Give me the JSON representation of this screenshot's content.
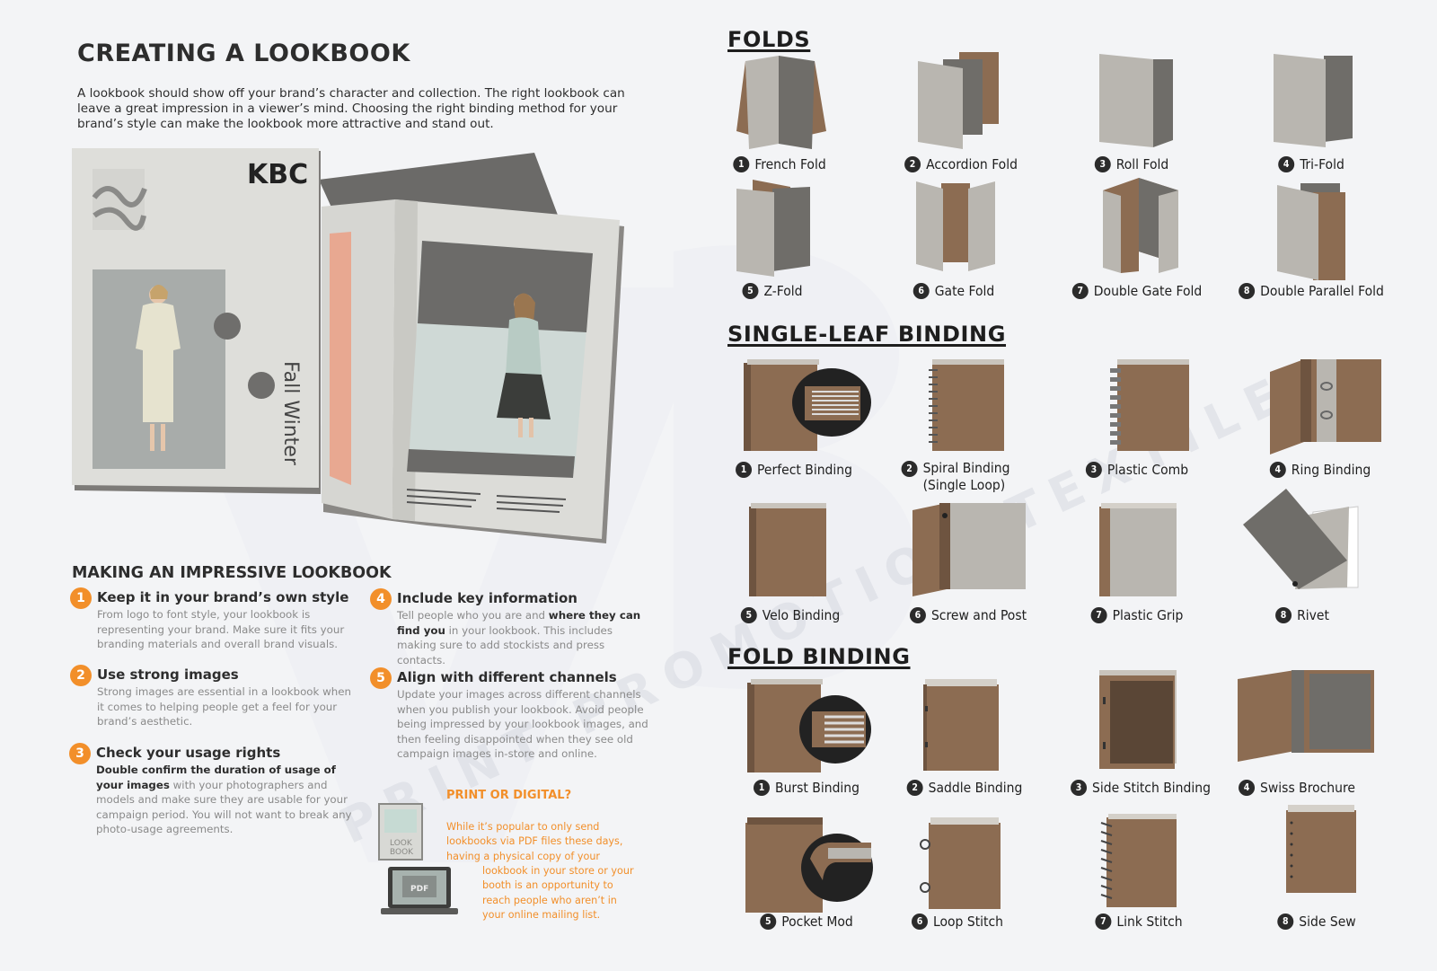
{
  "left": {
    "title": "CREATING A LOOKBOOK",
    "intro": "A lookbook should show off your brand’s character and collection. The right lookbook can leave a great impression in a viewer’s mind. Choosing the right binding method for your brand’s style can make the lookbook more attractive and stand out.",
    "cover_logo": "KBC",
    "cover_text": "Fall Winter",
    "making_title": "MAKING AN IMPRESSIVE LOOKBOOK",
    "tips": [
      {
        "num": "1",
        "title": "Keep it in your brand’s own style",
        "body": [
          "From logo to font style, your lookbook is representing your brand. Make sure it fits your branding materials and overall brand visuals."
        ]
      },
      {
        "num": "2",
        "title": "Use strong images",
        "body": [
          "Strong images are essential in a lookbook when it comes to helping people get a feel for your brand’s aesthetic."
        ]
      },
      {
        "num": "3",
        "title": "Check your usage rights",
        "body_bold_1": "Double confirm the duration of usage of your images",
        "body_rest": " with your photographers and models and make sure they are usable for your campaign period. You will not want to break any photo-usage agreements."
      },
      {
        "num": "4",
        "title": "Include key information",
        "body_a": "Tell people who you are and ",
        "body_b": "where they can find you",
        "body_c": " in your lookbook. This includes making sure to add stockists and press contacts."
      },
      {
        "num": "5",
        "title": "Align with different channels",
        "body": [
          "Update your images across different channels when you publish your lookbook. Avoid people being impressed by your lookbook images, and then feeling disappointed when they see old campaign images in-store and online."
        ]
      }
    ],
    "print": {
      "heading": "PRINT OR DIGITAL?",
      "lines": [
        "While it’s popular to only send",
        "lookbooks via PDF files these days,",
        "having a physical copy of your"
      ],
      "lines2": [
        "lookbook in your store or your",
        "booth is an opportunity to",
        "reach people who aren’t in",
        "your online mailing list."
      ],
      "book_label": "LOOK BOOK",
      "pdf_label": "PDF"
    }
  },
  "watermark": {
    "text": "PRINT PROMOTION TEXTILE LTD."
  },
  "folds": {
    "title": "FOLDS",
    "items": [
      {
        "num": "1",
        "label": "French Fold"
      },
      {
        "num": "2",
        "label": "Accordion Fold"
      },
      {
        "num": "3",
        "label": "Roll Fold"
      },
      {
        "num": "4",
        "label": "Tri-Fold"
      },
      {
        "num": "5",
        "label": "Z-Fold"
      },
      {
        "num": "6",
        "label": "Gate Fold"
      },
      {
        "num": "7",
        "label": "Double Gate Fold"
      },
      {
        "num": "8",
        "label": "Double Parallel Fold"
      }
    ]
  },
  "single_leaf": {
    "title": "SINGLE-LEAF BINDING",
    "items": [
      {
        "num": "1",
        "label": "Perfect Binding"
      },
      {
        "num": "2",
        "label": "Spiral Binding",
        "label2": "(Single Loop)"
      },
      {
        "num": "3",
        "label": "Plastic Comb"
      },
      {
        "num": "4",
        "label": "Ring Binding"
      },
      {
        "num": "5",
        "label": "Velo Binding"
      },
      {
        "num": "6",
        "label": "Screw and Post"
      },
      {
        "num": "7",
        "label": "Plastic Grip"
      },
      {
        "num": "8",
        "label": "Rivet"
      }
    ]
  },
  "fold_binding": {
    "title": "FOLD BINDING",
    "items": [
      {
        "num": "1",
        "label": "Burst Binding"
      },
      {
        "num": "2",
        "label": "Saddle Binding"
      },
      {
        "num": "3",
        "label": "Side Stitch Binding"
      },
      {
        "num": "4",
        "label": "Swiss Brochure"
      },
      {
        "num": "5",
        "label": "Pocket Mod"
      },
      {
        "num": "6",
        "label": "Loop Stitch"
      },
      {
        "num": "7",
        "label": "Link Stitch"
      },
      {
        "num": "8",
        "label": "Side Sew"
      }
    ]
  },
  "colors": {
    "accent": "#f28f2a",
    "brown": "#8c6c52",
    "paper": "#b9b6b0",
    "dark": "#6f6d69",
    "ink": "#1e1e1e"
  }
}
